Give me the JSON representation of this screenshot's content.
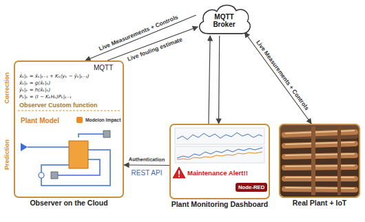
{
  "diagram": {
    "nodes": [
      {
        "text": [
          "MQTT Broker"
        ]
      },
      {
        "text": [
          "Observer on the Cloud"
        ]
      },
      {
        "text": [
          "Plant Monitoring Dashboard"
        ]
      },
      {
        "text": [
          "Real Plant + IoT"
        ]
      }
    ],
    "edges": [
      {
        "from": 0,
        "to": 1,
        "arrow": "to",
        "label": "Live Measurements + Controls"
      },
      {
        "from": 1,
        "to": 0,
        "arrow": "to",
        "label": "Live fouling estimate"
      },
      {
        "from": 0,
        "to": 2,
        "arrow": "to"
      },
      {
        "from": 2,
        "to": 0,
        "arrow": "to"
      },
      {
        "from": 3,
        "to": 0,
        "arrow": "both",
        "label": "Live Measurements + Controls"
      },
      {
        "from": 2,
        "to": 1,
        "arrow": "to",
        "label": "Authentication"
      }
    ],
    "labels": [
      "MQTT",
      "x̂ₖ|ₖ = x̂ₖ|ₖ₋₁ + Kₖ(yₖ − ŷₖ|ₖ₋₁)",
      "x̂ₖ|ₖ = g(x̂ₖ|ₖ)",
      "ŷₖ|ₖ = h(x̂ₖ|ₖ)",
      "Pₖ|ₖ = (I − KₖHₖ)Pₖ|ₖ₋₁",
      "Observer Custom function",
      "Plant Model",
      "Modelon Impact",
      "Correction",
      "Prediction",
      "REST API",
      "Maintenance Alert!!",
      "Node-RED"
    ]
  }
}
